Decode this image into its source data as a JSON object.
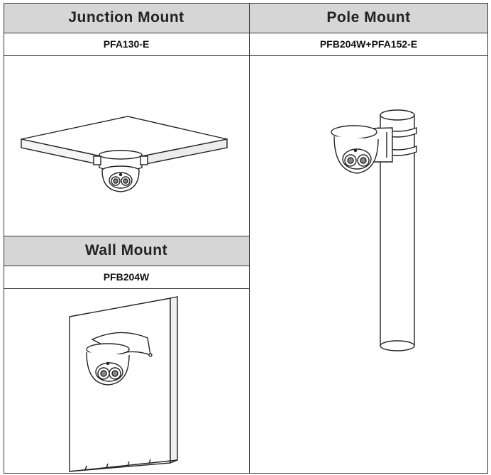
{
  "table": {
    "junction": {
      "header": "Junction Mount",
      "model": "PFA130-E"
    },
    "pole": {
      "header": "Pole Mount",
      "model": "PFB204W+PFA152-E"
    },
    "wall": {
      "header": "Wall Mount",
      "model": "PFB204W"
    }
  },
  "icons": {
    "junction_illustration": "ceiling-junction-dome-camera",
    "pole_illustration": "pole-mounted-dome-camera",
    "wall_illustration": "wall-mounted-dome-camera"
  },
  "colors": {
    "header_bg": "#d6d6d6",
    "line": "#333333"
  }
}
